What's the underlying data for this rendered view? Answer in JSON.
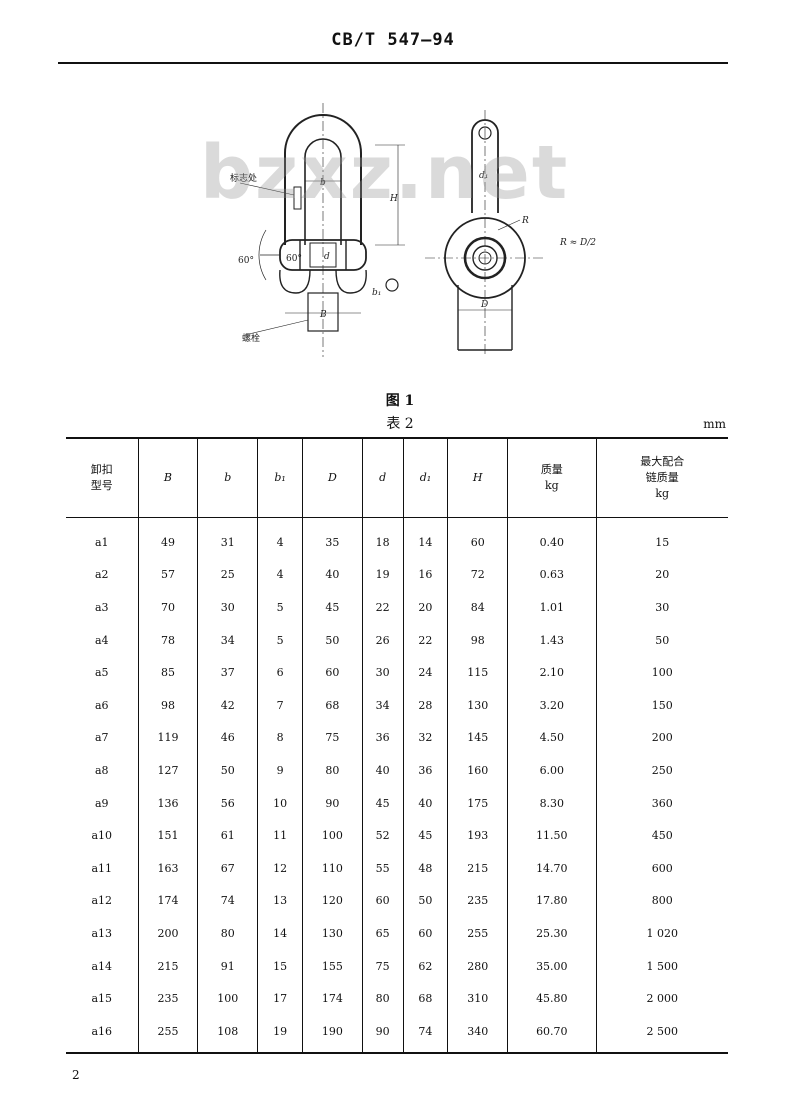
{
  "header": {
    "title": "CB/T 547—94"
  },
  "watermark": "bzxz.net",
  "figure": {
    "caption": "图 1",
    "labels": {
      "marking": "标志处",
      "b": "b",
      "H": "H",
      "angle_outer": "60°",
      "angle_inner": "60°",
      "d_pin": "d",
      "b1": "b₁",
      "B": "B",
      "bolt": "螺栓",
      "d1": "d₁",
      "R": "R",
      "R_formula": "R ≈ D/2",
      "D": "D"
    }
  },
  "table": {
    "title": "表 2",
    "unit": "mm",
    "columns": [
      "卸扣\n型号",
      "B",
      "b",
      "b₁",
      "D",
      "d",
      "d₁",
      "H",
      "质量\nkg",
      "最大配合\n链质量\nkg"
    ],
    "rows": [
      [
        "a1",
        "49",
        "31",
        "4",
        "35",
        "18",
        "14",
        "60",
        "0.40",
        "15"
      ],
      [
        "a2",
        "57",
        "25",
        "4",
        "40",
        "19",
        "16",
        "72",
        "0.63",
        "20"
      ],
      [
        "a3",
        "70",
        "30",
        "5",
        "45",
        "22",
        "20",
        "84",
        "1.01",
        "30"
      ],
      [
        "a4",
        "78",
        "34",
        "5",
        "50",
        "26",
        "22",
        "98",
        "1.43",
        "50"
      ],
      [
        "a5",
        "85",
        "37",
        "6",
        "60",
        "30",
        "24",
        "115",
        "2.10",
        "100"
      ],
      [
        "a6",
        "98",
        "42",
        "7",
        "68",
        "34",
        "28",
        "130",
        "3.20",
        "150"
      ],
      [
        "a7",
        "119",
        "46",
        "8",
        "75",
        "36",
        "32",
        "145",
        "4.50",
        "200"
      ],
      [
        "a8",
        "127",
        "50",
        "9",
        "80",
        "40",
        "36",
        "160",
        "6.00",
        "250"
      ],
      [
        "a9",
        "136",
        "56",
        "10",
        "90",
        "45",
        "40",
        "175",
        "8.30",
        "360"
      ],
      [
        "a10",
        "151",
        "61",
        "11",
        "100",
        "52",
        "45",
        "193",
        "11.50",
        "450"
      ],
      [
        "a11",
        "163",
        "67",
        "12",
        "110",
        "55",
        "48",
        "215",
        "14.70",
        "600"
      ],
      [
        "a12",
        "174",
        "74",
        "13",
        "120",
        "60",
        "50",
        "235",
        "17.80",
        "800"
      ],
      [
        "a13",
        "200",
        "80",
        "14",
        "130",
        "65",
        "60",
        "255",
        "25.30",
        "1 020"
      ],
      [
        "a14",
        "215",
        "91",
        "15",
        "155",
        "75",
        "62",
        "280",
        "35.00",
        "1 500"
      ],
      [
        "a15",
        "235",
        "100",
        "17",
        "174",
        "80",
        "68",
        "310",
        "45.80",
        "2 000"
      ],
      [
        "a16",
        "255",
        "108",
        "19",
        "190",
        "90",
        "74",
        "340",
        "60.70",
        "2 500"
      ]
    ]
  },
  "page_number": "2"
}
